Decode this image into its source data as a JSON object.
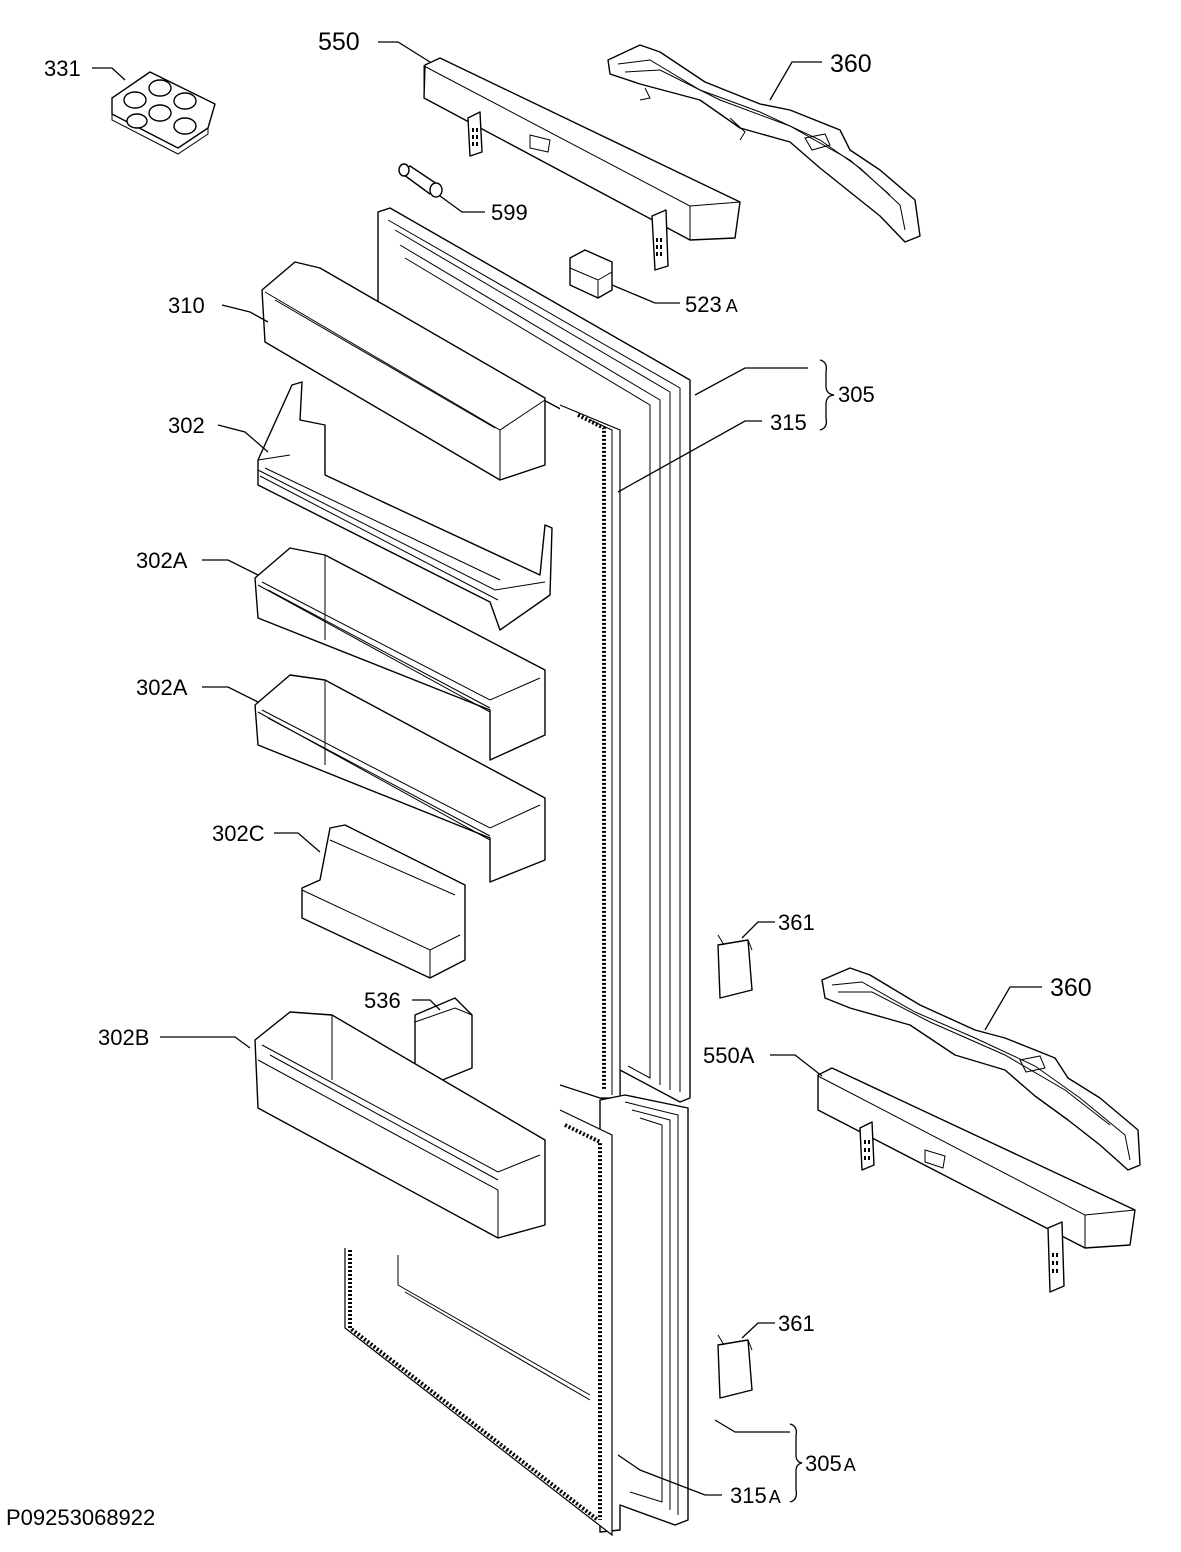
{
  "callouts": {
    "c331": "331",
    "c550": "550",
    "c360_top": "360",
    "c599": "599",
    "c523a": "523",
    "c523a_suffix": "A",
    "c310": "310",
    "c305": "305",
    "c315": "315",
    "c302": "302",
    "c302a_1": "302A",
    "c302a_2": "302A",
    "c302c": "302C",
    "c361_top": "361",
    "c360_bottom": "360",
    "c536": "536",
    "c302b": "302B",
    "c550a": "550A",
    "c361_bottom": "361",
    "c305a": "305",
    "c305a_suffix": "A",
    "c315a": "315",
    "c315a_suffix": "A"
  },
  "footer": {
    "reference_code": "P09253068922"
  }
}
